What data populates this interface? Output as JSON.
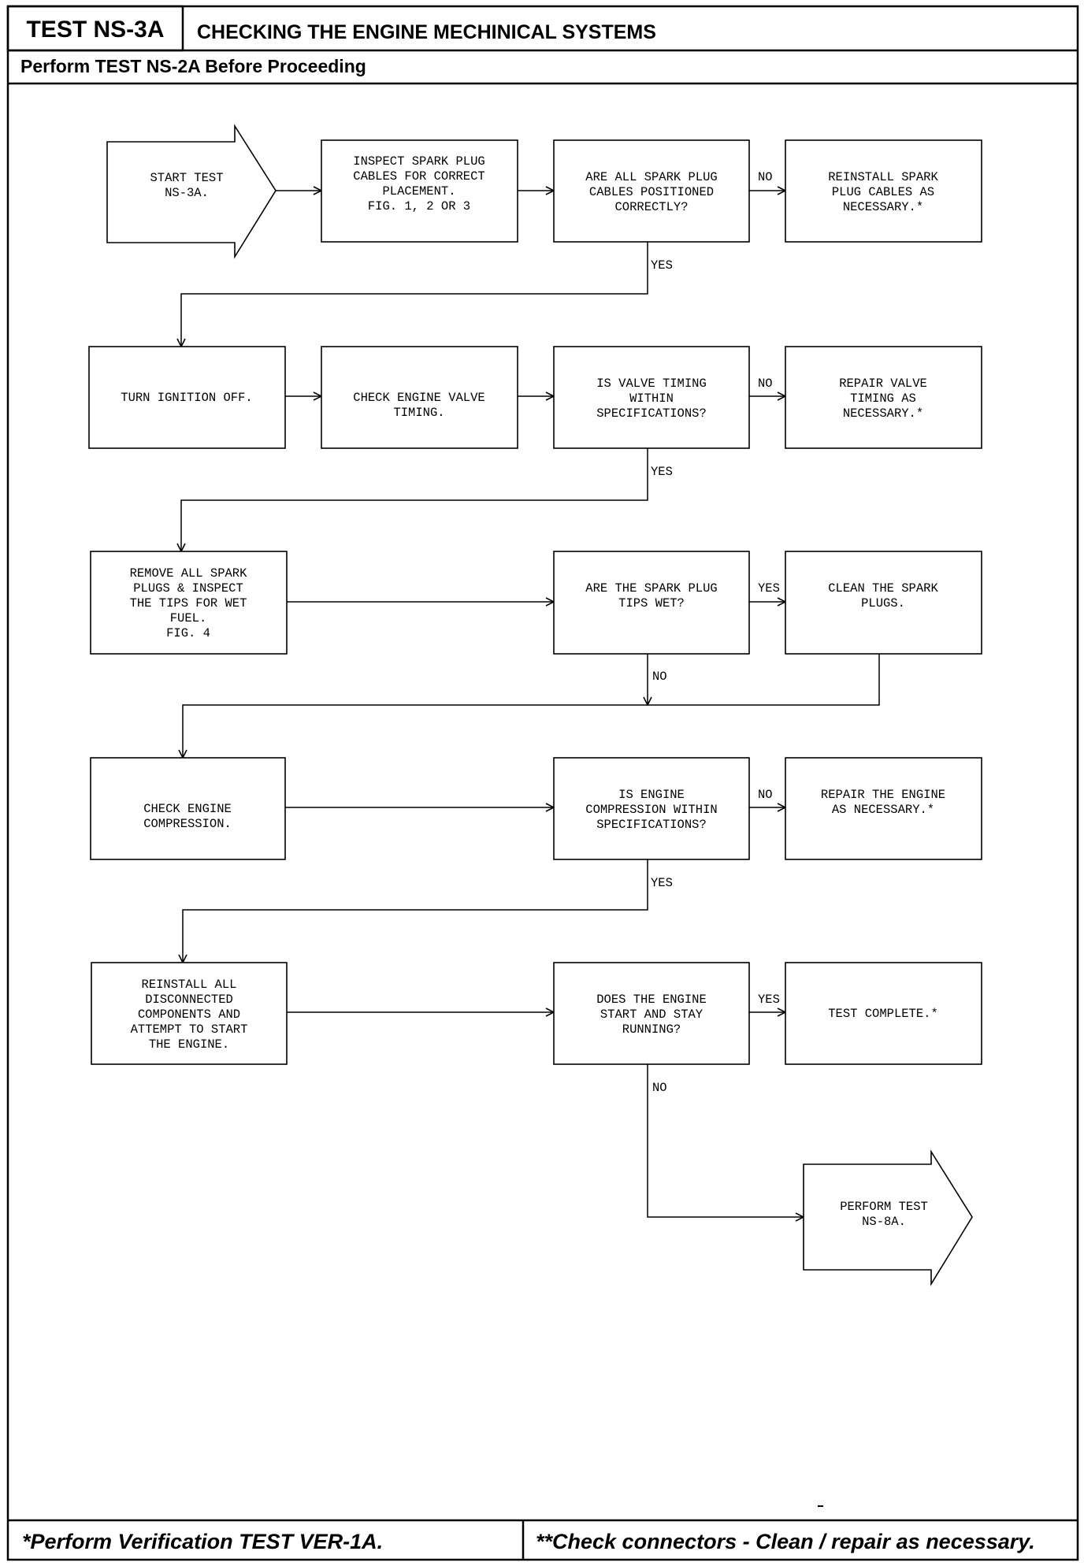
{
  "header": {
    "test_id": "TEST NS-3A",
    "title": "CHECKING THE ENGINE MECHINICAL SYSTEMS",
    "subtitle": "Perform TEST NS-2A Before Proceeding"
  },
  "nodes": {
    "start": [
      "START TEST",
      "NS-3A."
    ],
    "inspect_cables": [
      "INSPECT SPARK PLUG",
      "CABLES FOR CORRECT",
      "PLACEMENT.",
      "",
      "FIG. 1, 2 OR 3"
    ],
    "q_cables": [
      "ARE ALL SPARK PLUG",
      "CABLES POSITIONED",
      "CORRECTLY?"
    ],
    "reinstall_cables": [
      "REINSTALL SPARK",
      "PLUG CABLES AS",
      "NECESSARY.*"
    ],
    "ignition_off": [
      "TURN IGNITION OFF."
    ],
    "check_timing": [
      "CHECK ENGINE VALVE",
      "TIMING."
    ],
    "q_timing": [
      "IS VALVE TIMING",
      "WITHIN",
      "SPECIFICATIONS?"
    ],
    "repair_timing": [
      "REPAIR VALVE",
      "TIMING AS",
      "NECESSARY.*"
    ],
    "remove_plugs": [
      "REMOVE ALL SPARK",
      "PLUGS & INSPECT",
      "THE TIPS FOR WET",
      "FUEL.",
      "FIG. 4"
    ],
    "q_wet": [
      "ARE THE SPARK PLUG",
      "TIPS WET?"
    ],
    "clean_plugs": [
      "CLEAN THE SPARK",
      "PLUGS."
    ],
    "check_compression": [
      "CHECK ENGINE",
      "COMPRESSION."
    ],
    "q_compression": [
      "IS ENGINE",
      "COMPRESSION WITHIN",
      "SPECIFICATIONS?"
    ],
    "repair_engine": [
      "REPAIR THE ENGINE",
      "AS NECESSARY.*"
    ],
    "reinstall_all": [
      "REINSTALL ALL",
      "DISCONNECTED",
      "COMPONENTS AND",
      "ATTEMPT TO START",
      "THE ENGINE."
    ],
    "q_start": [
      "DOES THE ENGINE",
      "START AND STAY",
      "RUNNING?"
    ],
    "test_complete": [
      "TEST COMPLETE.*"
    ],
    "perform_ns8a": [
      "PERFORM TEST",
      "NS-8A."
    ]
  },
  "labels": {
    "q_cables_no": "NO",
    "q_cables_yes": "YES",
    "q_timing_no": "NO",
    "q_timing_yes": "YES",
    "q_wet_yes": "YES",
    "q_wet_no": "NO",
    "q_compression_no": "NO",
    "q_compression_yes": "YES",
    "q_start_yes": "YES",
    "q_start_no": "NO"
  },
  "footer": {
    "left": "*Perform Verification TEST VER-1A.",
    "right": "**Check connectors - Clean / repair as necessary."
  }
}
